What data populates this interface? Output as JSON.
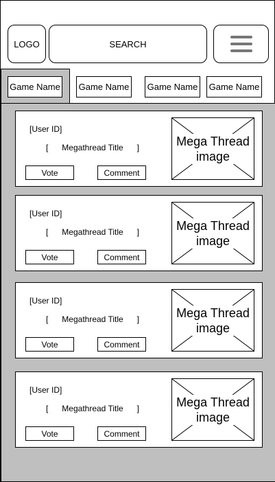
{
  "header": {
    "logo_label": "LOGO",
    "search_label": "SEARCH",
    "menu_icon": "hamburger-menu-icon"
  },
  "tabs": [
    {
      "label": "Game Name",
      "active": true
    },
    {
      "label": "Game Name",
      "active": false
    },
    {
      "label": "Game Name",
      "active": false
    },
    {
      "label": "Game Name",
      "active": false
    }
  ],
  "threads": [
    {
      "user_id": "[User ID]",
      "title_open": "[",
      "title": "Megathread Title",
      "title_close": "]",
      "vote_label": "Vote",
      "comment_label": "Comment",
      "image_label": "Mega Thread image"
    },
    {
      "user_id": "[User ID]",
      "title_open": "[",
      "title": "Megathread Title",
      "title_close": "]",
      "vote_label": "Vote",
      "comment_label": "Comment",
      "image_label": "Mega Thread image"
    },
    {
      "user_id": "[User ID]",
      "title_open": "[",
      "title": "Megathread Title",
      "title_close": "]",
      "vote_label": "Vote",
      "comment_label": "Comment",
      "image_label": "Mega Thread image"
    },
    {
      "user_id": "[User ID]",
      "title_open": "[",
      "title": "Megathread Title",
      "title_close": "]",
      "vote_label": "Vote",
      "comment_label": "Comment",
      "image_label": "Mega Thread image"
    }
  ],
  "colors": {
    "content_background": "#bfbfbf",
    "menu_icon": "#777777"
  }
}
